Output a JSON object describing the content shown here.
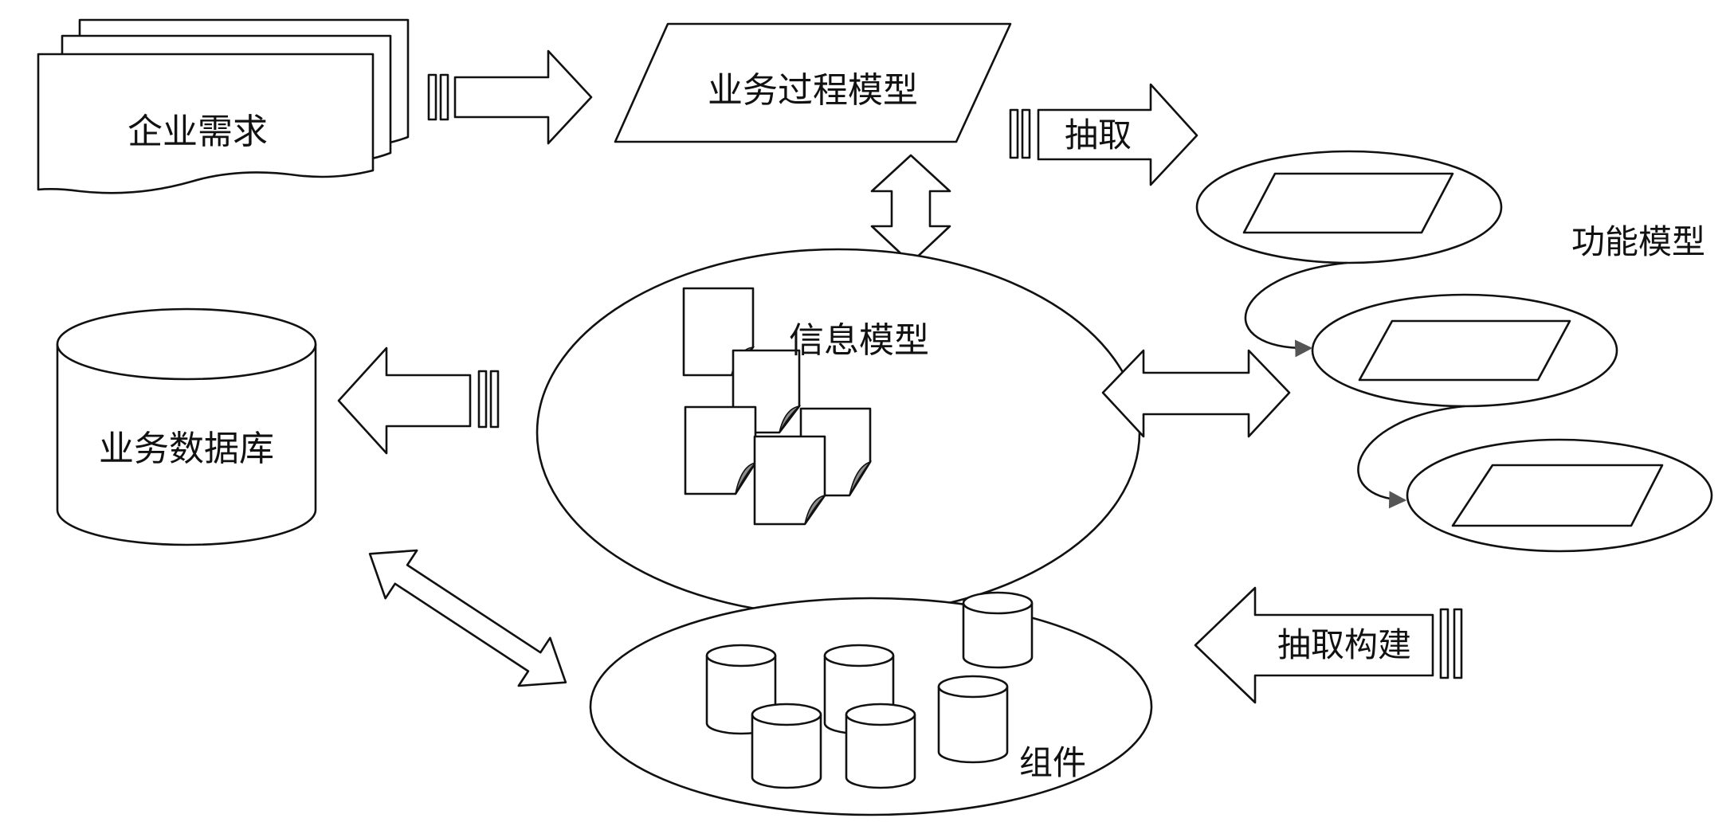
{
  "diagram": {
    "labels": {
      "enterprise_requirements": "企业需求",
      "business_process_model": "业务过程模型",
      "extract": "抽取",
      "functional_model": "功能模型",
      "information_model": "信息模型",
      "business_database": "业务数据库",
      "extract_build": "抽取构建",
      "components": "组件"
    },
    "colors": {
      "stroke": "#111111",
      "fill": "#ffffff",
      "fold_shade": "#8c8c8c"
    }
  }
}
